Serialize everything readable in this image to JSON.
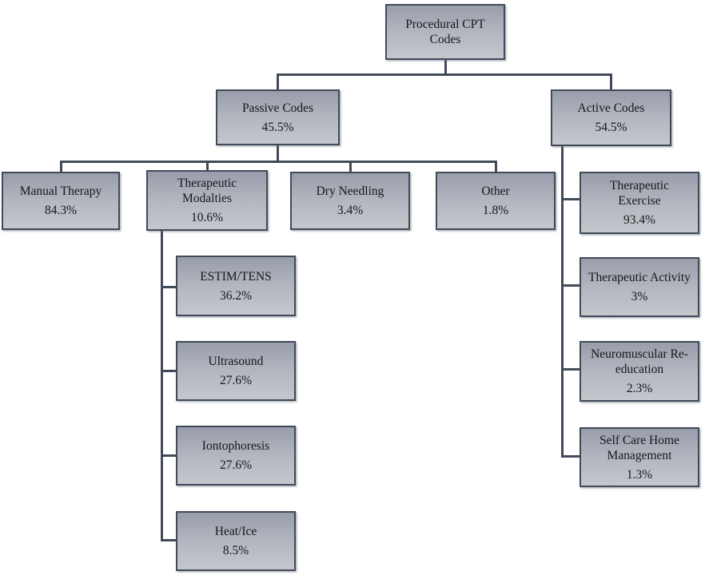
{
  "diagram": {
    "colors": {
      "box_border": "#424a5a",
      "box_fill_top": "#989daa",
      "box_fill_bottom": "#c5c7cd",
      "connector": "#424a5a",
      "text": "#17171b",
      "background": "#ffffff"
    },
    "nodes": [
      {
        "id": "procedural-cpt-codes",
        "label": "Procedural CPT Codes",
        "percent": "",
        "parent": null
      },
      {
        "id": "passive-codes",
        "label": "Passive Codes",
        "percent": "45.5%",
        "parent": "procedural-cpt-codes"
      },
      {
        "id": "active-codes",
        "label": "Active Codes",
        "percent": "54.5%",
        "parent": "procedural-cpt-codes"
      },
      {
        "id": "manual-therapy",
        "label": "Manual Therapy",
        "percent": "84.3%",
        "parent": "passive-codes"
      },
      {
        "id": "therapeutic-modalties",
        "label": "Therapeutic Modalties",
        "percent": "10.6%",
        "parent": "passive-codes"
      },
      {
        "id": "dry-needling",
        "label": "Dry Needling",
        "percent": "3.4%",
        "parent": "passive-codes"
      },
      {
        "id": "other",
        "label": "Other",
        "percent": "1.8%",
        "parent": "passive-codes"
      },
      {
        "id": "estim-tens",
        "label": "ESTIM/TENS",
        "percent": "36.2%",
        "parent": "therapeutic-modalties"
      },
      {
        "id": "ultrasound",
        "label": "Ultrasound",
        "percent": "27.6%",
        "parent": "therapeutic-modalties"
      },
      {
        "id": "iontophoresis",
        "label": "Iontophoresis",
        "percent": "27.6%",
        "parent": "therapeutic-modalties"
      },
      {
        "id": "heat-ice",
        "label": "Heat/Ice",
        "percent": "8.5%",
        "parent": "therapeutic-modalties"
      },
      {
        "id": "therapeutic-exercise",
        "label": "Therapeutic Exercise",
        "percent": "93.4%",
        "parent": "active-codes"
      },
      {
        "id": "therapeutic-activity",
        "label": "Therapeutic Activity",
        "percent": "3%",
        "parent": "active-codes"
      },
      {
        "id": "neuromuscular-reeducation",
        "label": "Neuromuscular Re-education",
        "percent": "2.3%",
        "parent": "active-codes"
      },
      {
        "id": "self-care-home-management",
        "label": "Self Care Home Management",
        "percent": "1.3%",
        "parent": "active-codes"
      }
    ]
  }
}
